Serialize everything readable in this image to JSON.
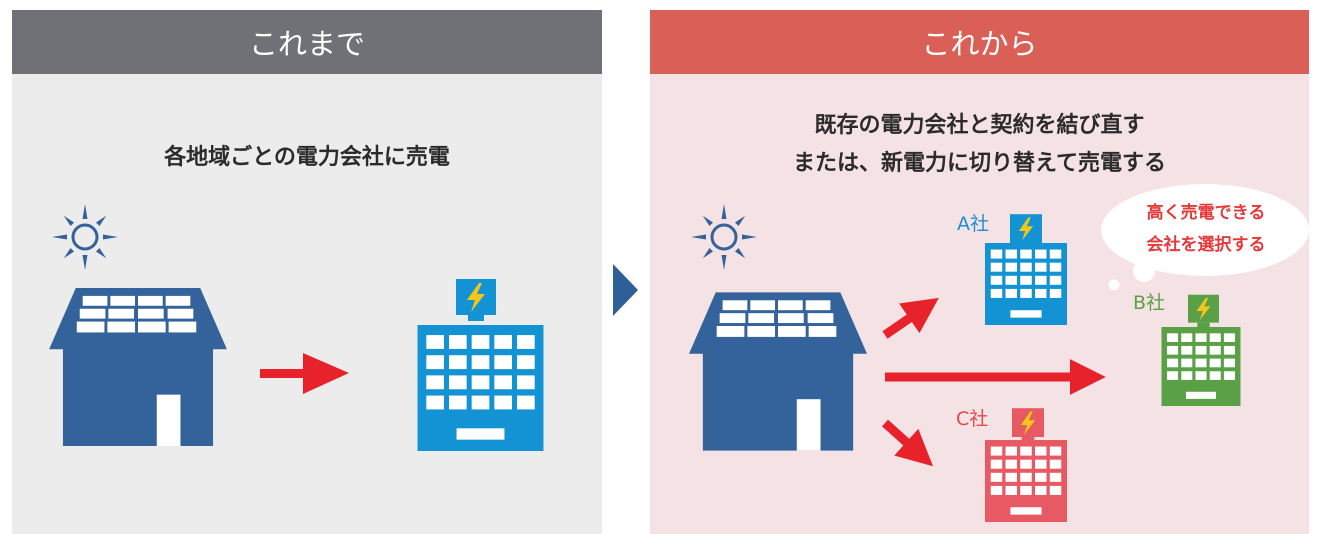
{
  "left": {
    "header": "これまで",
    "caption": "各地域ごとの電力会社に売電"
  },
  "right": {
    "header": "これから",
    "caption_line1": "既存の電力会社と契約を結び直す",
    "caption_line2": "または、新電力に切り替えて売電する",
    "company_a": "A社",
    "company_b": "B社",
    "company_c": "C社",
    "bubble_line1": "高く売電できる",
    "bubble_line2": "会社を選択する"
  },
  "colors": {
    "left_header": "#707176",
    "right_header": "#da5f57",
    "house": "#34629a",
    "building_blue": "#1393d3",
    "building_green": "#5aa047",
    "building_red": "#e85a63",
    "arrow_red": "#e8222b",
    "divider_arrow": "#2f5f98",
    "company_a_text": "#1a8fd1",
    "company_b_text": "#5aa047",
    "company_c_text": "#e14a4a"
  }
}
